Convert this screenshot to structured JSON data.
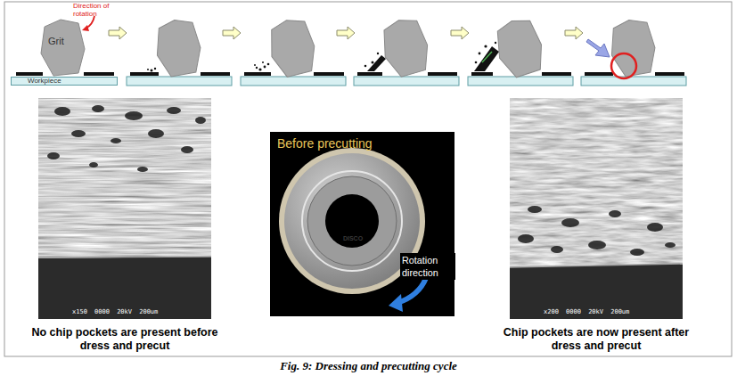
{
  "diagram": {
    "caption": "Fig. 9: Dressing and precutting cycle",
    "nodes": [
      {
        "text": [
          "Grit"
        ]
      },
      {
        "text": [
          "Workpiece"
        ]
      },
      {
        "text": [
          "x150 0000 20kV 200um"
        ]
      },
      {
        "text": [
          "Before precutting",
          "Rotation direction"
        ]
      },
      {
        "text": [
          "x200 0000 20kV 200um"
        ]
      }
    ],
    "labels": [
      "Direction of rotation",
      "DISCO",
      "No chip pockets are present before dress and precut",
      "Chip pockets are now present after dress and precut"
    ]
  }
}
